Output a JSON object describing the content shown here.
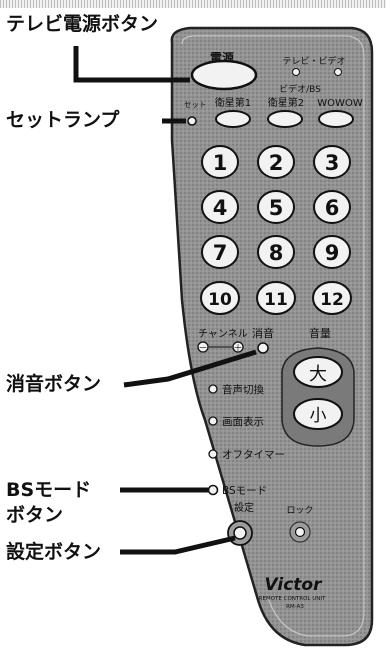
{
  "callouts": {
    "tv_power": "テレビ電源ボタン",
    "set_lamp": "セットランプ",
    "mute": "消音ボタン",
    "bs_mode_line1": "BSモード",
    "bs_mode_line2": "ボタン",
    "setting": "設定ボタン"
  },
  "remote": {
    "power_label": "電源",
    "tv_video_label": "テレビ・ビデオ",
    "video_bs_label": "ビデオ/BS",
    "set_label": "セット",
    "row_labels": [
      "衛星第1",
      "衛星第2",
      "WOWOW"
    ],
    "number_keys": [
      "1",
      "2",
      "3",
      "4",
      "5",
      "6",
      "7",
      "8",
      "9",
      "10",
      "11",
      "12"
    ],
    "channel_label": "チャンネル",
    "channel_minus": "－",
    "channel_plus": "＋",
    "mute_label": "消音",
    "volume_label": "音量",
    "vol_up": "大",
    "vol_down": "小",
    "func_labels": [
      "音声切換",
      "画面表示",
      "オフタイマー",
      "BSモード"
    ],
    "setting_label": "設定",
    "lock_label": "ロック",
    "brand": "Victor",
    "model_line1": "REMOTE CONTROL UNIT",
    "model_line2": "RM-A3"
  },
  "colors": {
    "body": "#8e8e8e",
    "button": "#f2f2f2",
    "ink": "#111111"
  }
}
